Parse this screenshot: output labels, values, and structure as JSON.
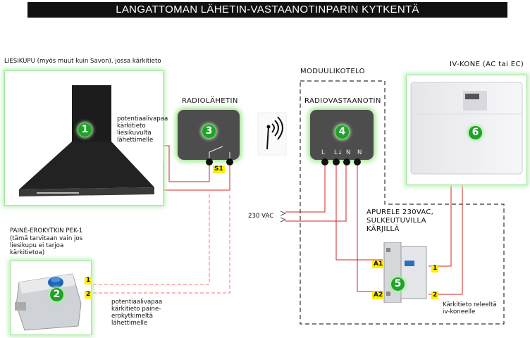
{
  "title": "LANGATTOMAN LÄHETIN-VASTAANOTINPARIN KYTKENTÄ",
  "hood": {
    "label": "LIESIKUPU (myös muut kuin Savon), jossa kärkitieto",
    "number": "1",
    "note": "potentiaalivapaa kärkitieto liesikuvulta lähettimelle"
  },
  "transmitter": {
    "label": "RADIOLÄHETIN",
    "number": "3",
    "terminal_tag": "S1"
  },
  "module_box": {
    "label": "MODUULIKOTELO"
  },
  "receiver": {
    "label": "RADIOVASTAANOTIN",
    "number": "4",
    "terminals": [
      "L",
      "L↓",
      "N",
      "N"
    ]
  },
  "ventilation": {
    "label": "IV-KONE (AC tai EC)",
    "number": "6"
  },
  "pressure_switch": {
    "label": "PAINE-EROKYTKIN PEK-1",
    "sublabel": "(tämä tarvitaan vain jos liesikupu ei tarjoa kärkitietoa)",
    "number": "2",
    "tags": [
      "1",
      "2"
    ],
    "note": "potentiaalivapaa kärkitieto paine-erokytkimeltä lähettimelle"
  },
  "supply": {
    "label": "230 VAC"
  },
  "relay": {
    "label": "APURELE 230VAC, SULKEUTUVILLA KÄRJILLÄ",
    "number": "5",
    "coil_tags": [
      "A1",
      "A2"
    ],
    "contact_tags": [
      "1",
      "2"
    ],
    "note": "Kärkitieto releeltä iv-koneelle"
  },
  "colors": {
    "wire": "#d42020",
    "dashed_wire": "#ff7070",
    "glow": "#a0e890",
    "badge": "#1fa22a",
    "tag": "#ffee00"
  }
}
